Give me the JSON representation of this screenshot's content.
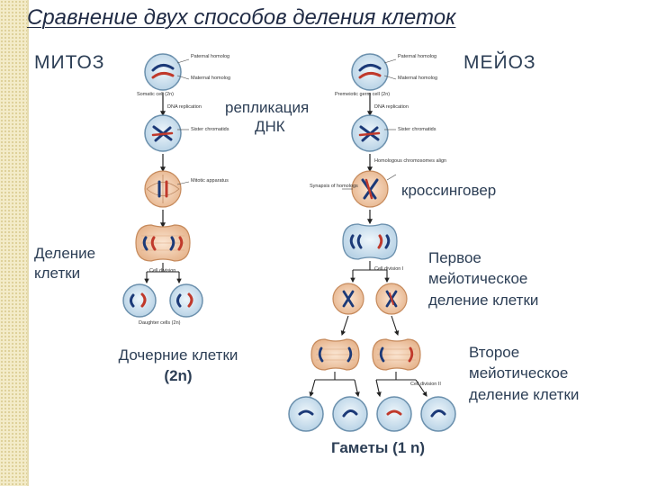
{
  "title": "Сравнение двух способов деления клеток",
  "mitosis": {
    "heading": "МИТОЗ",
    "labels": {
      "replication_1": "репликация",
      "replication_2": "ДНК",
      "division_1": "Деление",
      "division_2": "клетки",
      "daughter": "Дочерние клетки",
      "daughter_ploidy": "(2n)"
    },
    "small": {
      "paternal": "Paternal homolog",
      "maternal": "Maternal homolog",
      "somatic": "Somatic cell (2n)",
      "dna": "DNA replication",
      "sister": "Sister chromatids",
      "mitotic": "Mitotic apparatus",
      "cell_division": "Cell division",
      "daughter_cells": "Daughter cells (2n)"
    }
  },
  "meiosis": {
    "heading": "МЕЙОЗ",
    "labels": {
      "crossing": "кроссинговер",
      "first_1": "Первое",
      "first_2": "мейотическое",
      "first_3": "деление клетки",
      "second_1": "Второе",
      "second_2": "мейотическое",
      "second_3": "деление клетки",
      "gametes": "Гаметы  (1 n)"
    },
    "small": {
      "paternal": "Paternal homolog",
      "maternal": "Maternal homolog",
      "premeiotic": "Premeiotic germ cell (2n)",
      "dna": "DNA replication",
      "sister": "Sister chromatids",
      "homologous": "Homologous chromosomes align",
      "synapsis": "Synapsis of homologs",
      "cell_division_1": "Cell division I",
      "cell_division_2": "Cell division II"
    }
  },
  "colors": {
    "cell_fill": "#d6e7f3",
    "cell_stroke": "#6b90ad",
    "paternal": "#1c3a78",
    "maternal": "#c0392b",
    "spindle": "#e9a36e",
    "text": "#2c3e55"
  }
}
